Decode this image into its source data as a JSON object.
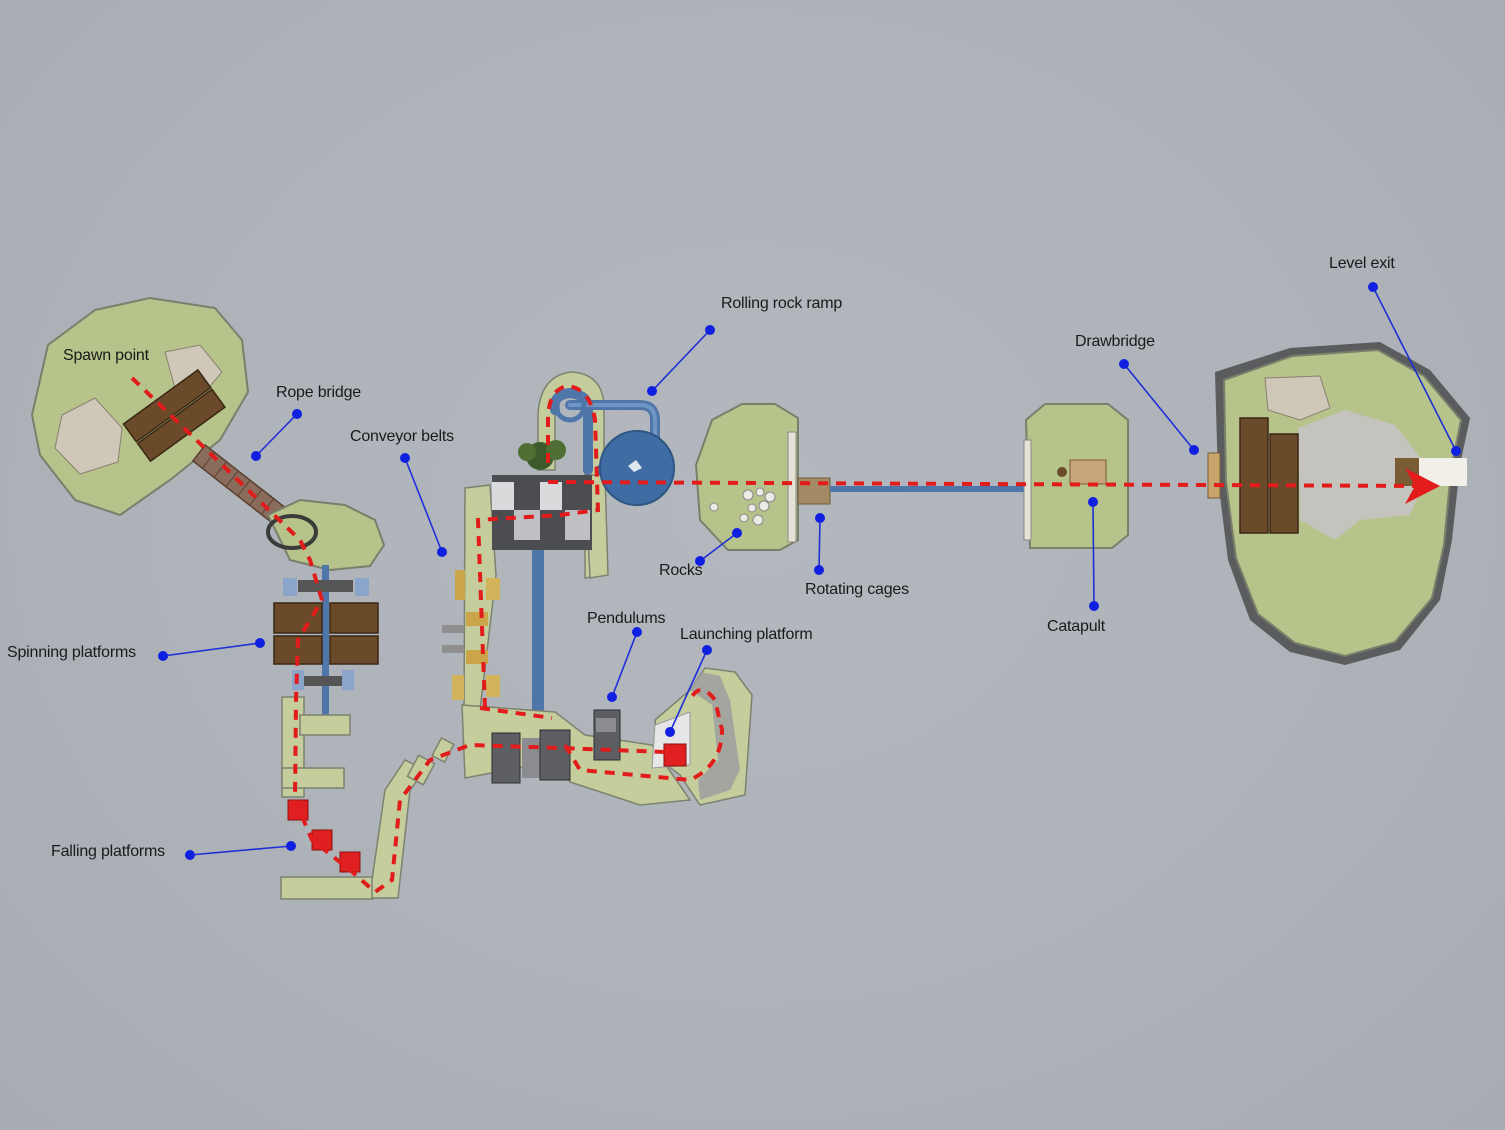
{
  "labels": {
    "spawn_point": "Spawn point",
    "rope_bridge": "Rope bridge",
    "conveyor_belts": "Conveyor belts",
    "rolling_rock_ramp": "Rolling rock ramp",
    "drawbridge": "Drawbridge",
    "level_exit": "Level exit",
    "spinning_platforms": "Spinning platforms",
    "rocks": "Rocks",
    "rotating_cages": "Rotating cages",
    "catapult": "Catapult",
    "pendulums": "Pendulums",
    "launching_platform": "Launching platform",
    "falling_platforms": "Falling platforms"
  },
  "colors": {
    "background": "#aeb3b9",
    "island": "#b6c38a",
    "path": "#e21b1b",
    "leader": "#1f2fd6",
    "pipe": "#4e76a8",
    "wood": "#6b4a2a"
  }
}
